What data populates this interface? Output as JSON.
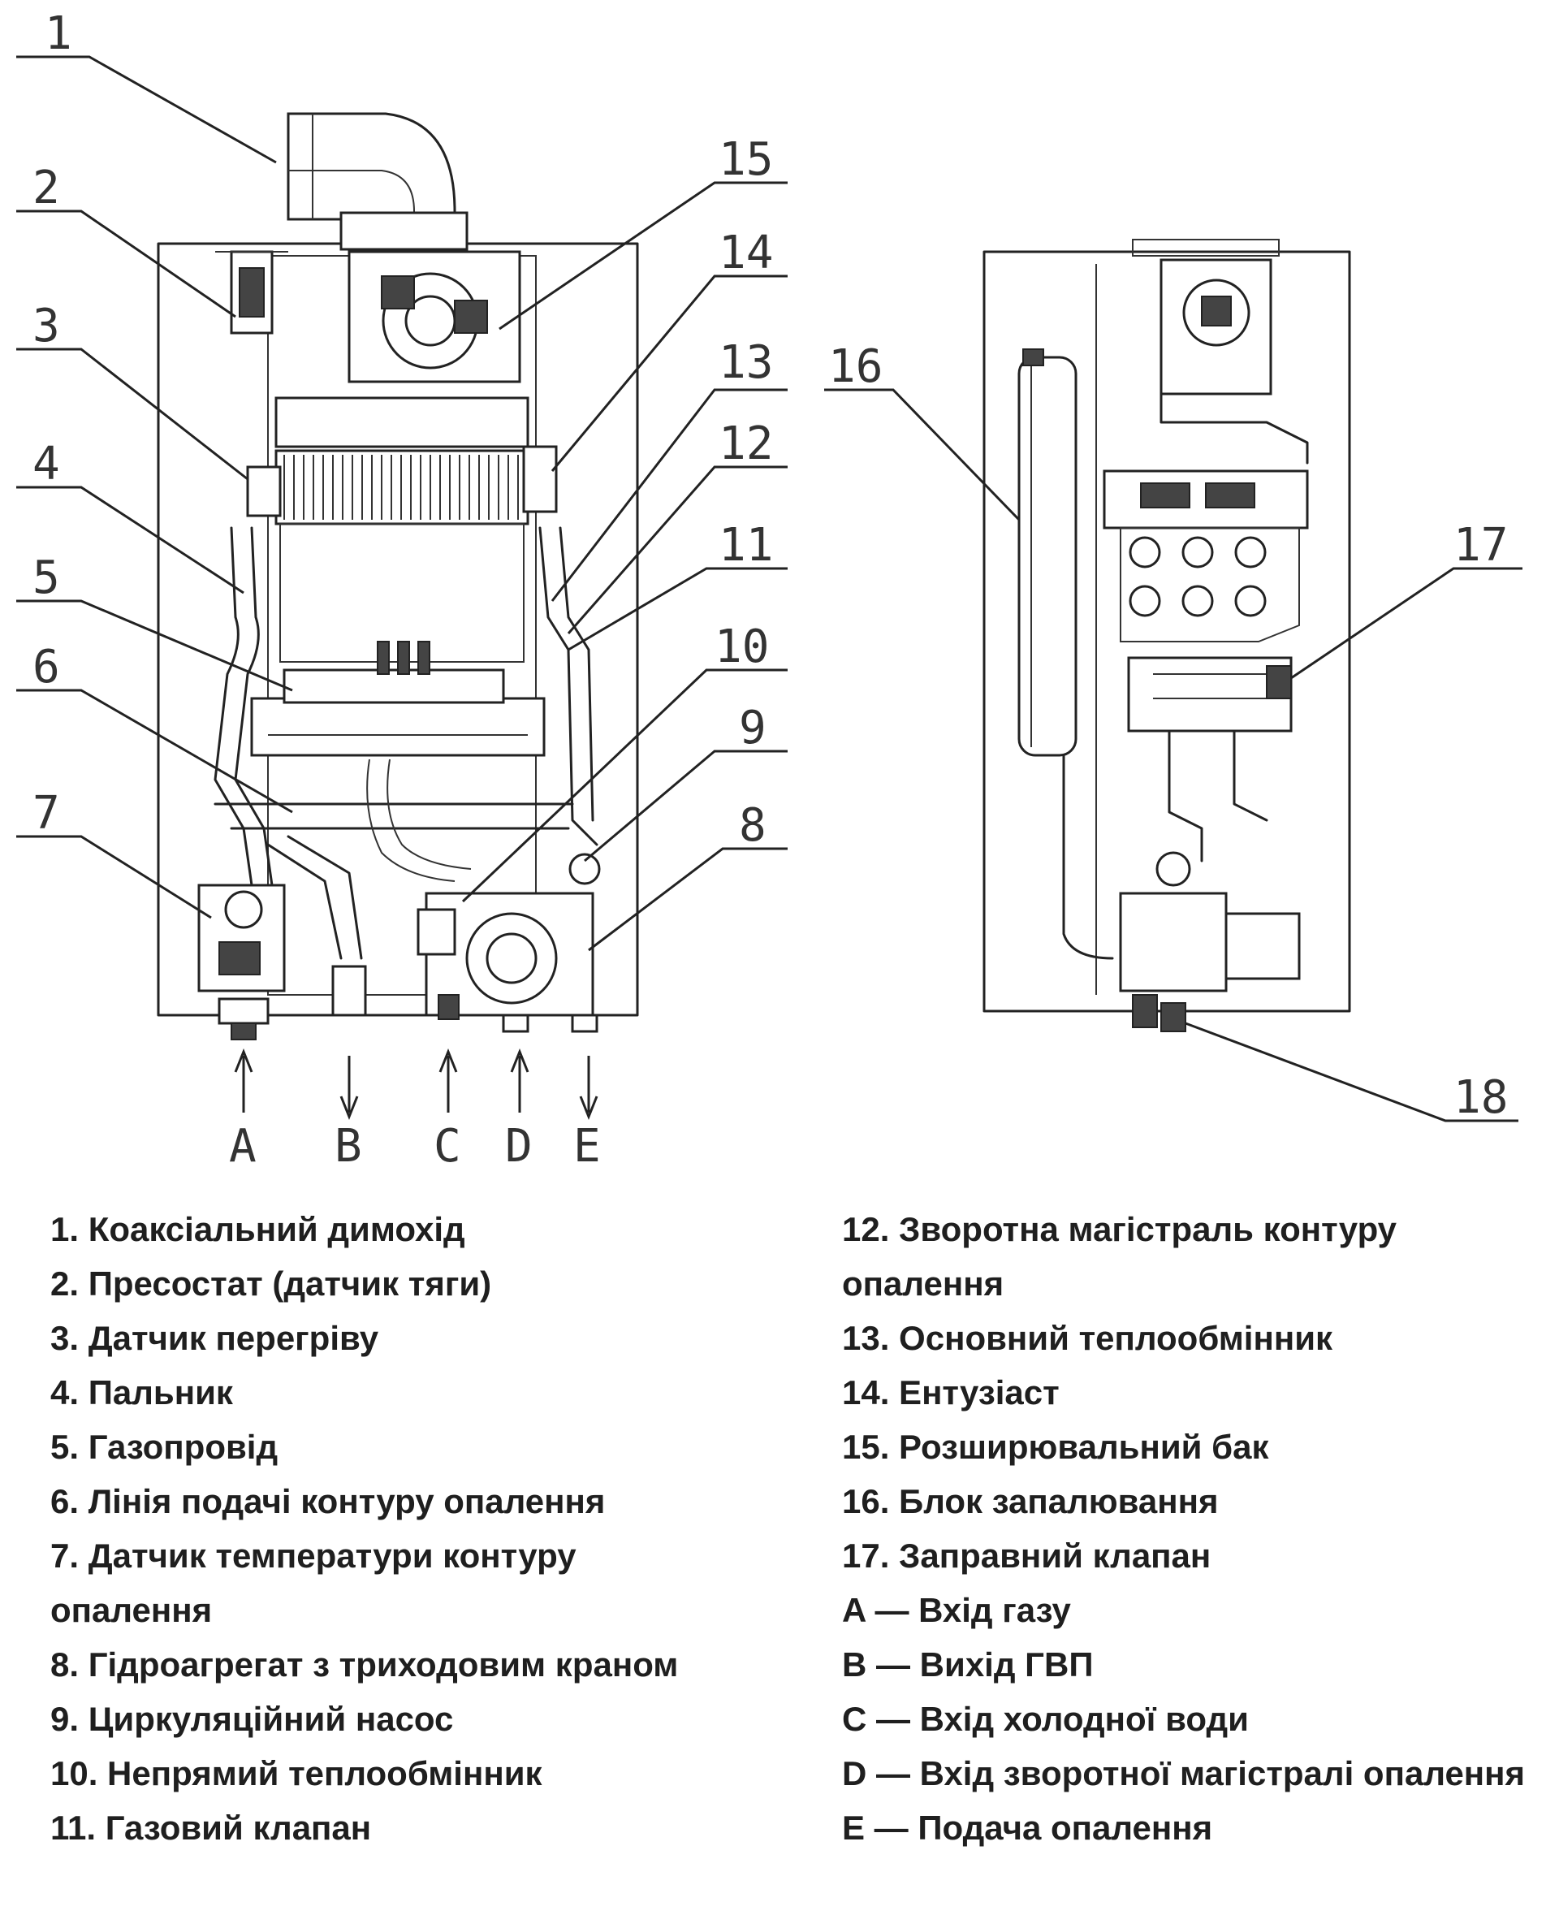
{
  "diagram": {
    "callouts": [
      "1",
      "2",
      "3",
      "4",
      "5",
      "6",
      "7",
      "8",
      "9",
      "10",
      "11",
      "12",
      "13",
      "14",
      "15",
      "16",
      "17",
      "18"
    ],
    "ports": [
      "A",
      "B",
      "C",
      "D",
      "E"
    ]
  },
  "legend": {
    "left": [
      "1. Коаксіальний димохід",
      "2. Пресостат (датчик тяги)",
      "3. Датчик перегріву",
      "4. Пальник",
      "5. Газопровід",
      "6. Лінія подачі контуру опалення",
      "7. Датчик температури контуру опалення",
      "8. Гідроагрегат  з триходовим краном",
      "9. Циркуляційний насос",
      "10. Непрямий теплообмінник",
      "11. Газовий клапан"
    ],
    "right": [
      "12. Зворотна магістраль  контуру опалення",
      "13. Основний теплообмінник",
      "14. Ентузіаст",
      "15. Розширювальний бак",
      "16. Блок запалювання",
      "17. Заправний клапан",
      "A — Вхід газу",
      "B — Вихід ГВП",
      "C — Вхід холодної води",
      "D — Вхід зворотної магістралі опалення",
      "E — Подача опалення"
    ]
  }
}
